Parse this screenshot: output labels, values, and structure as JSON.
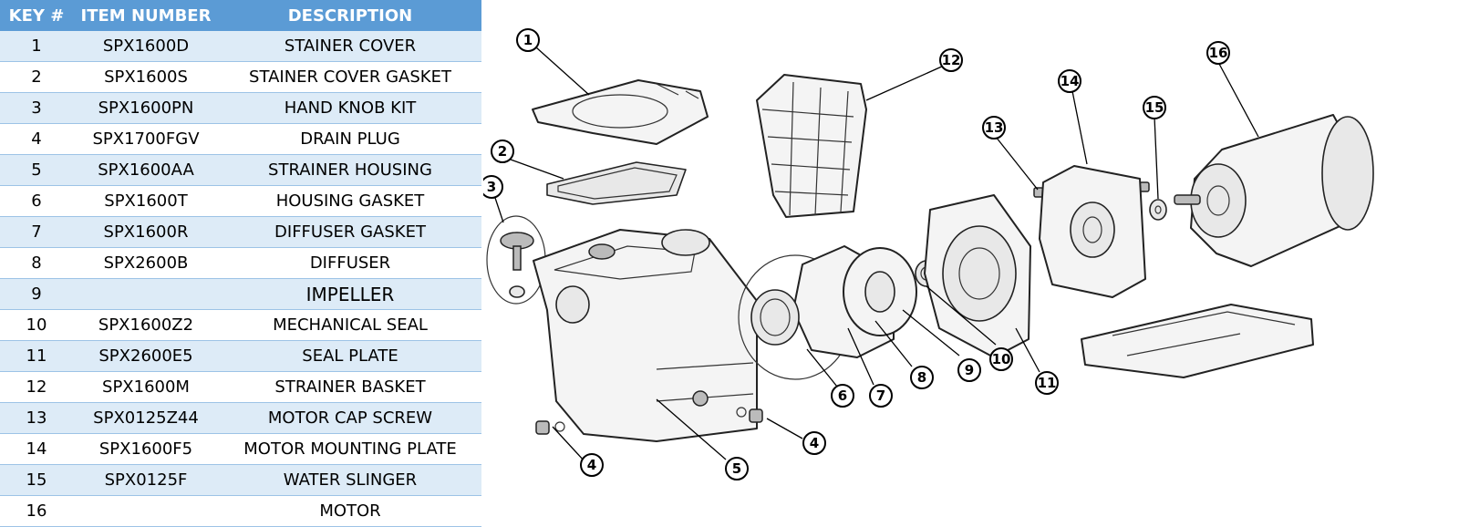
{
  "table": {
    "headers": {
      "key": "KEY #",
      "item": "ITEM NUMBER",
      "desc": "DESCRIPTION"
    },
    "rows": [
      {
        "key": "1",
        "item": "SPX1600D",
        "desc": "STAINER COVER"
      },
      {
        "key": "2",
        "item": "SPX1600S",
        "desc": "STAINER COVER GASKET"
      },
      {
        "key": "3",
        "item": "SPX1600PN",
        "desc": "HAND KNOB KIT"
      },
      {
        "key": "4",
        "item": "SPX1700FGV",
        "desc": "DRAIN PLUG"
      },
      {
        "key": "5",
        "item": "SPX1600AA",
        "desc": "STRAINER HOUSING"
      },
      {
        "key": "6",
        "item": "SPX1600T",
        "desc": "HOUSING GASKET"
      },
      {
        "key": "7",
        "item": "SPX1600R",
        "desc": "DIFFUSER GASKET"
      },
      {
        "key": "8",
        "item": "SPX2600B",
        "desc": "DIFFUSER"
      },
      {
        "key": "9",
        "item": "",
        "desc": "IMPELLER"
      },
      {
        "key": "10",
        "item": "SPX1600Z2",
        "desc": "MECHANICAL SEAL"
      },
      {
        "key": "11",
        "item": "SPX2600E5",
        "desc": "SEAL PLATE"
      },
      {
        "key": "12",
        "item": "SPX1600M",
        "desc": "STRAINER BASKET"
      },
      {
        "key": "13",
        "item": "SPX0125Z44",
        "desc": "MOTOR CAP SCREW"
      },
      {
        "key": "14",
        "item": "SPX1600F5",
        "desc": "MOTOR MOUNTING PLATE"
      },
      {
        "key": "15",
        "item": "SPX0125F",
        "desc": "WATER SLINGER"
      },
      {
        "key": "16",
        "item": "",
        "desc": "MOTOR"
      }
    ]
  },
  "diagram": {
    "callouts": {
      "c1": "1",
      "c2": "2",
      "c3": "3",
      "c4a": "4",
      "c4b": "4",
      "c5": "5",
      "c6": "6",
      "c7": "7",
      "c8": "8",
      "c9": "9",
      "c10": "10",
      "c11": "11",
      "c12": "12",
      "c13": "13",
      "c14": "14",
      "c15": "15",
      "c16": "16"
    }
  }
}
